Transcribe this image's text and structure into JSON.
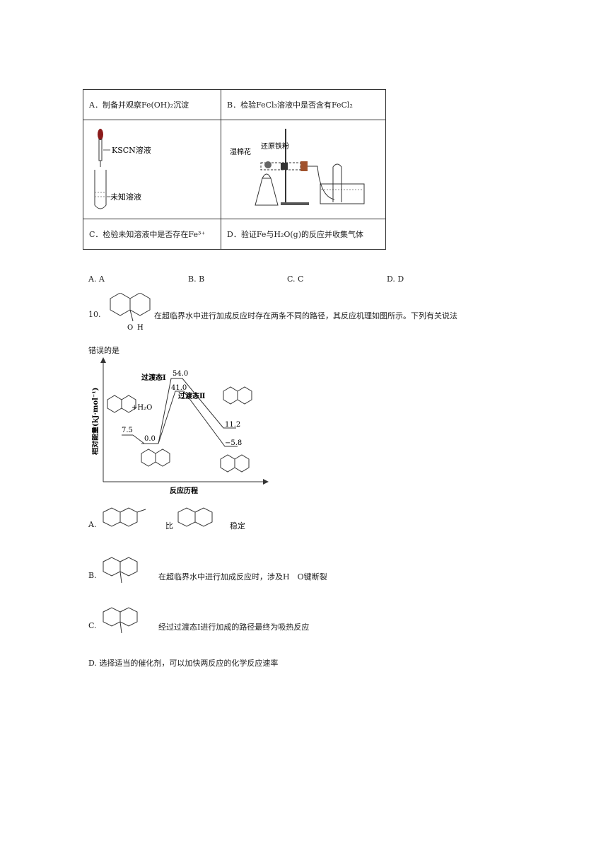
{
  "table": {
    "A_caption": "A．制备并观察Fe(OH)₂沉淀",
    "B_caption": "B．检验FeCl₃溶液中是否含有FeCl₂",
    "C_caption": "C．检验未知溶液中是否存在Fe³⁺",
    "D_caption": "D．验证Fe与H₂O(g)的反应并收集气体",
    "C_label_reagent": "KSCN溶液",
    "C_label_sample": "未知溶液",
    "D_label_cotton": "湿棉花",
    "D_label_iron": "还原铁粉"
  },
  "q9_choices": [
    "A. A",
    "B. B",
    "C. C",
    "D. D"
  ],
  "q10": {
    "number": "10.",
    "stem_a": "在超临界水中进行加成反应时存在两条不同的路径，其反应机理如图所示。下列有关说法",
    "stem_b": "错误的是",
    "chart": {
      "ylabel": "相对能量(kJ·mol⁻¹)",
      "xlabel": "反应历程",
      "ts1_label": "过渡态Ⅰ",
      "ts2_label": "过渡态Ⅱ",
      "reactant_label": "+H₂O",
      "levels": [
        "7.5",
        "0.0",
        "54.0",
        "41.0",
        "11.2",
        "−5.8"
      ]
    },
    "optA_prefix": "A.",
    "optA_mid": "比",
    "optA_suffix": "稳定",
    "optB_prefix": "B.",
    "optB_text": "在超临界水中进行加成反应时，涉及H　O键断裂",
    "optC_prefix": "C.",
    "optC_text": "经过过渡态Ⅰ进行加成的路径最终为吸热反应",
    "optD_text": "D. 选择适当的催化剂，可以加快两反应的化学反应速率"
  },
  "chart_data": {
    "type": "line",
    "title": "",
    "xlabel": "反应历程",
    "ylabel": "相对能量(kJ·mol⁻¹)",
    "series": [
      {
        "name": "过渡态Ⅰ",
        "values": [
          0.0,
          54.0,
          11.2
        ]
      },
      {
        "name": "过渡态Ⅱ",
        "values": [
          0.0,
          41.0,
          -5.8
        ]
      }
    ],
    "reactant_level": 7.5
  }
}
